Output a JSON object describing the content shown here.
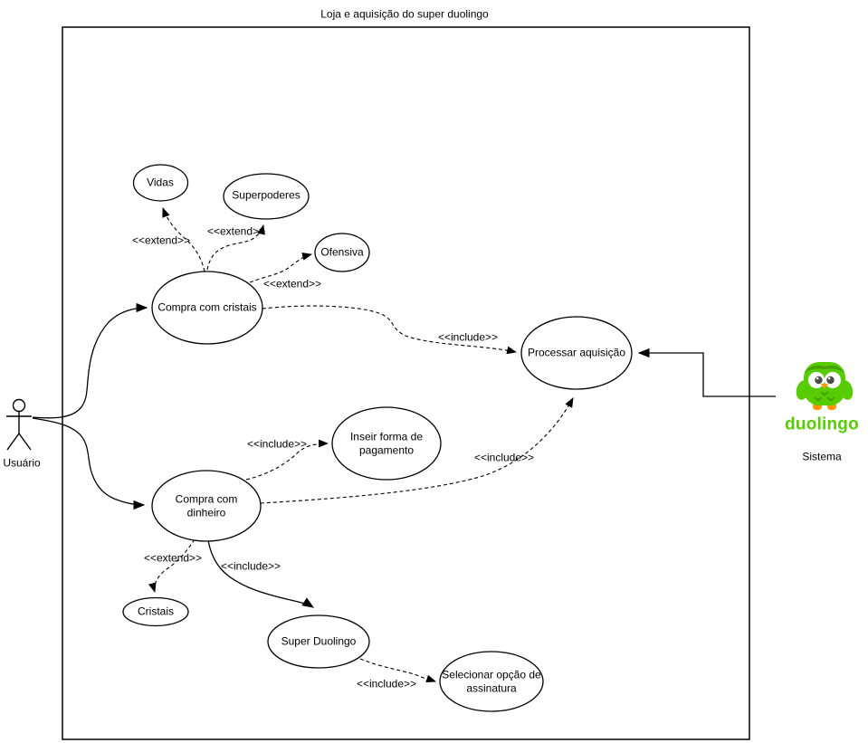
{
  "title": "Loja e aquisição do super duolingo",
  "actor": {
    "name": "Usuário"
  },
  "system": {
    "name": "Sistema",
    "logo_text": "duolingo"
  },
  "nodes": {
    "vidas": "Vidas",
    "superpoderes": "Superpoderes",
    "ofensiva": "Ofensiva",
    "compra_com_cristais": "Compra com cristais",
    "processar_aquisicao": "Processar aquisição",
    "inserir_forma_pagamento": "Inseir forma de pagamento",
    "compra_com_dinheiro": "Compra com dinheiro",
    "cristais": "Cristais",
    "super_duolingo": "Super Duolingo",
    "selecionar_opcao": "Selecionar opção de assinatura"
  },
  "edges": [
    {
      "from": "usuario",
      "to": "compra_com_cristais",
      "type": "association",
      "label": ""
    },
    {
      "from": "usuario",
      "to": "compra_com_dinheiro",
      "type": "association",
      "label": ""
    },
    {
      "from": "compra_com_cristais",
      "to": "vidas",
      "type": "extend",
      "label": "<<extend>>"
    },
    {
      "from": "compra_com_cristais",
      "to": "superpoderes",
      "type": "extend",
      "label": "<<extend>>"
    },
    {
      "from": "compra_com_cristais",
      "to": "ofensiva",
      "type": "extend",
      "label": "<<extend>>"
    },
    {
      "from": "compra_com_cristais",
      "to": "processar_aquisicao",
      "type": "include",
      "label": "<<include>>"
    },
    {
      "from": "compra_com_dinheiro",
      "to": "inserir_forma_pagamento",
      "type": "include",
      "label": "<<include>>"
    },
    {
      "from": "compra_com_dinheiro",
      "to": "processar_aquisicao",
      "type": "include",
      "label": "<<include>>"
    },
    {
      "from": "compra_com_dinheiro",
      "to": "cristais",
      "type": "extend",
      "label": "<<extend>>"
    },
    {
      "from": "compra_com_dinheiro",
      "to": "super_duolingo",
      "type": "include",
      "label": "<<include>>"
    },
    {
      "from": "super_duolingo",
      "to": "selecionar_opcao",
      "type": "include",
      "label": "<<include>>"
    },
    {
      "from": "sistema",
      "to": "processar_aquisicao",
      "type": "association",
      "label": ""
    }
  ],
  "colors": {
    "stroke": "#000000",
    "duolingo_green": "#58cc02",
    "duolingo_dark_green": "#46a302",
    "beak_orange": "#ff9600",
    "pupil_gray": "#4b4b4b"
  }
}
